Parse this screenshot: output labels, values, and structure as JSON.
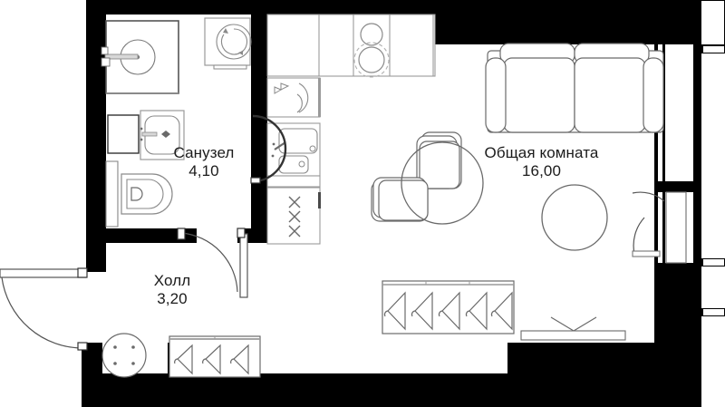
{
  "plan": {
    "type": "apartment-floor-plan",
    "title": "Studio apartment floor plan",
    "units": "m2",
    "decimal_separator": ",",
    "colors": {
      "wall": "#000000",
      "furniture_stroke": "#5a5a5a",
      "fixture_stroke": "#7a7a7a",
      "text": "#1b1b1b",
      "background": "#ffffff",
      "window_fill": "#ffffff"
    },
    "rooms": [
      {
        "id": "sanuzel",
        "name": "Санузел",
        "area": "4,10",
        "fixtures": [
          "shower-tray",
          "washing-machine",
          "sink",
          "toilet",
          "mirror-cabinet"
        ]
      },
      {
        "id": "obshaya-komnata",
        "name": "Общая комната",
        "area": "16,00",
        "fixtures": [
          "sofa",
          "armchair",
          "armchair",
          "round-table",
          "round-pouf",
          "kitchen-counter",
          "cooktop",
          "kitchen-sink",
          "stove",
          "radiator",
          "balcony-door"
        ]
      },
      {
        "id": "holl",
        "name": "Холл",
        "area": "3,20",
        "fixtures": [
          "entry-door",
          "round-table",
          "wardrobe",
          "wardrobe"
        ]
      }
    ],
    "doors": [
      {
        "id": "entry-door",
        "room": "holl",
        "swing": "left-outward"
      },
      {
        "id": "bathroom-door",
        "room": "sanuzel",
        "swing": "inward-arc"
      },
      {
        "id": "hall-door",
        "room": "holl",
        "swing": "arc"
      },
      {
        "id": "balcony-door",
        "room": "obshaya-komnata",
        "swing": "arc"
      }
    ],
    "windows": [
      {
        "id": "window-top-right",
        "wall": "right",
        "position": "top"
      },
      {
        "id": "window-mid-right",
        "wall": "right",
        "position": "middle"
      },
      {
        "id": "window-bottom-right",
        "wall": "right",
        "position": "bottom"
      }
    ]
  }
}
